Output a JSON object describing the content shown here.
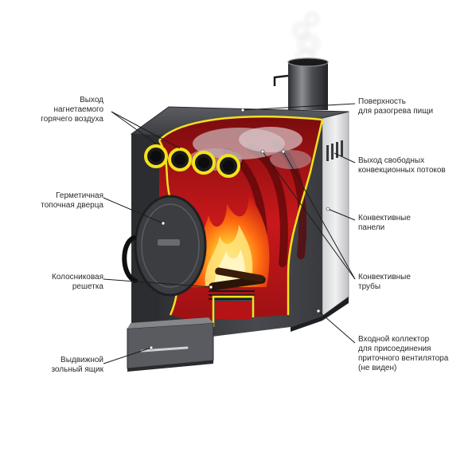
{
  "labels": {
    "hot_air_outlet": [
      "Выход",
      "нагнетаемого",
      "горячего воздуха"
    ],
    "sealed_door": [
      "Герметичная",
      "топочная дверца"
    ],
    "grate": [
      "Колосниковая",
      "решетка"
    ],
    "ash_drawer": [
      "Выдвижной",
      "зольный ящик"
    ],
    "cooking_surface": [
      "Поверхность",
      "для разогрева пищи"
    ],
    "free_convection_outlet": [
      "Выход свободных",
      "конвекционных потоков"
    ],
    "convection_panels": [
      "Конвективные",
      "панели"
    ],
    "convection_pipes": [
      "Конвективные",
      "трубы"
    ],
    "inlet_collector": [
      "Входной коллектор",
      "для присоединения",
      "приточного вентилятора",
      "(не виден)"
    ]
  },
  "colors": {
    "body_dark": "#3a3b3f",
    "body_mid": "#55565b",
    "steel_light": "#d9dadd",
    "firebox_red": "#c9181b",
    "flame_yellow": "#ffd23a",
    "flame_orange": "#ff7a12",
    "outline_yellow": "#f3e21c",
    "leader_line": "#1e1e1e"
  }
}
